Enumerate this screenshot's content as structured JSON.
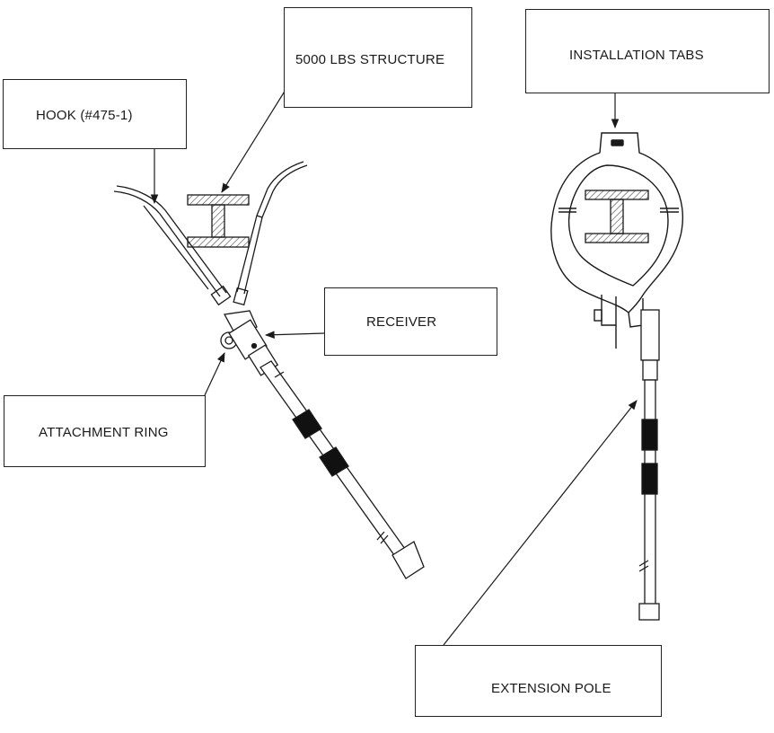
{
  "labels": {
    "structure": "5000 LBS STRUCTURE",
    "hook": "HOOK (#475-1)",
    "installation_tabs": "INSTALLATION TABS",
    "receiver": "RECEIVER",
    "attachment_ring": "ATTACHMENT RING",
    "extension_pole": "EXTENSION POLE"
  },
  "colors": {
    "line": "#1a1a1a",
    "grip": "#111111",
    "hatch": "#444444",
    "background": "#ffffff"
  }
}
